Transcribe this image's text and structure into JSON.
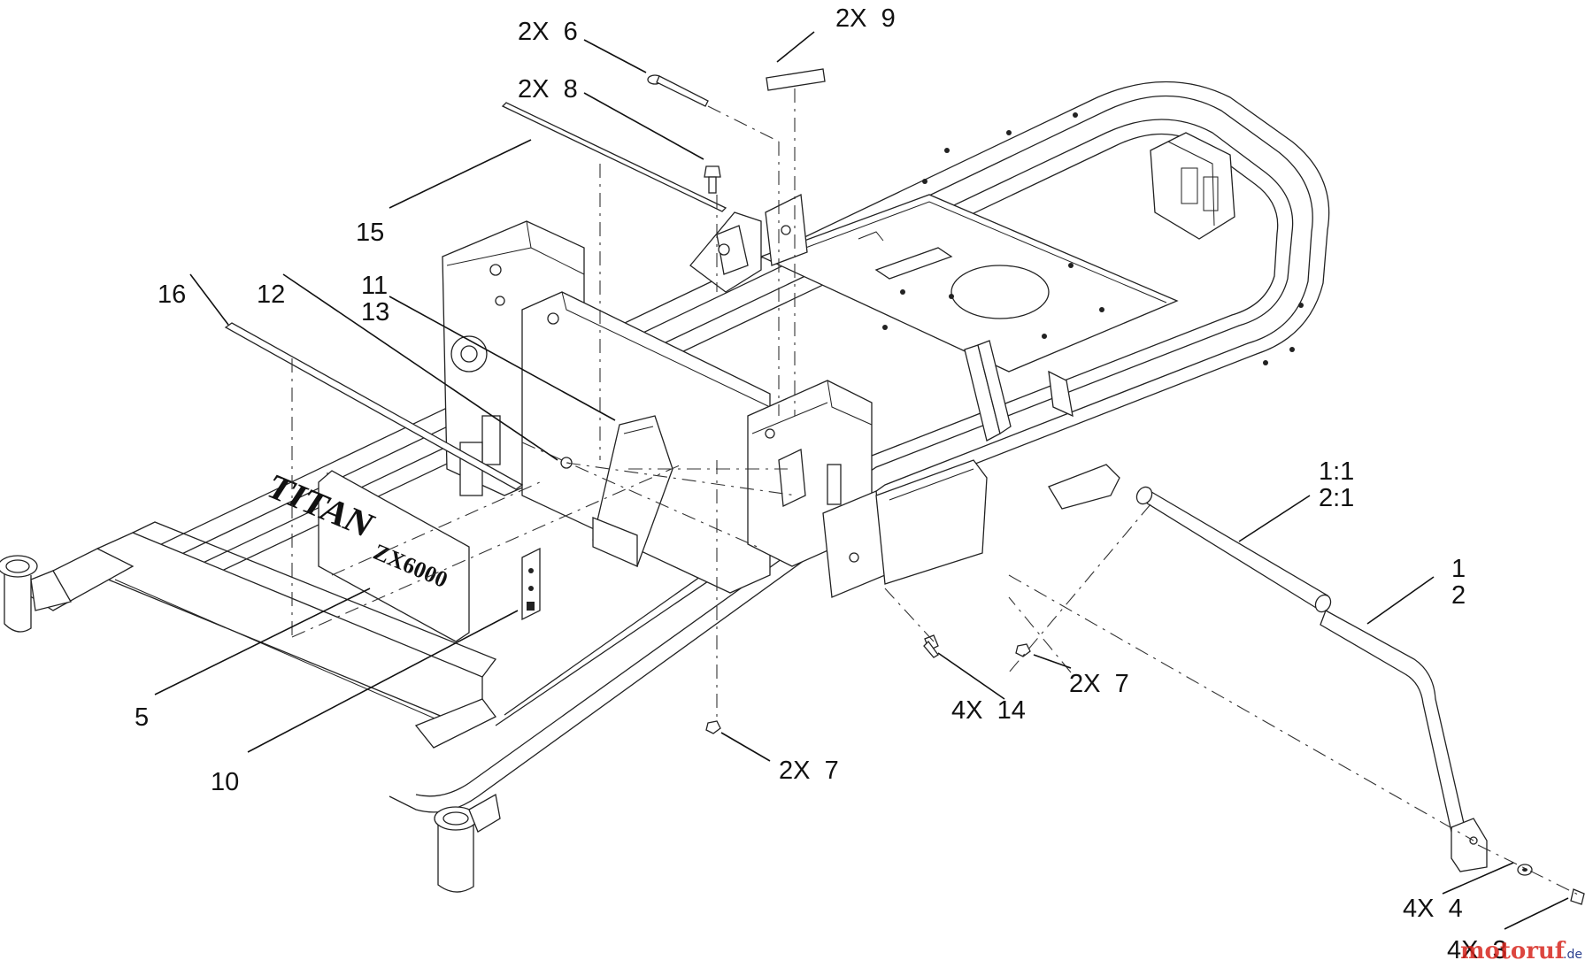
{
  "callouts": {
    "c_2x6": "2X  6",
    "c_2x9": "2X  9",
    "c_2x8": "2X  8",
    "c_15": "15",
    "c_16": "16",
    "c_12": "12",
    "c_11": "11",
    "c_13": "13",
    "c_1_1": "1:1",
    "c_2_1": "2:1",
    "c_1": "1",
    "c_2": "2",
    "c_2x7_right": "2X  7",
    "c_4x14": "4X  14",
    "c_2x7_lower": "2X  7",
    "c_5": "5",
    "c_10": "10",
    "c_4x4": "4X  4",
    "c_4x3": "4X  3"
  },
  "plate": {
    "brand": "TITAN",
    "model": "ZX6000"
  },
  "watermark": {
    "text": "motoruf",
    "suffix": ".de"
  },
  "colors": {
    "line": "#222222",
    "watermark_red": "#d7261e",
    "watermark_blue": "#2a3f8f"
  }
}
